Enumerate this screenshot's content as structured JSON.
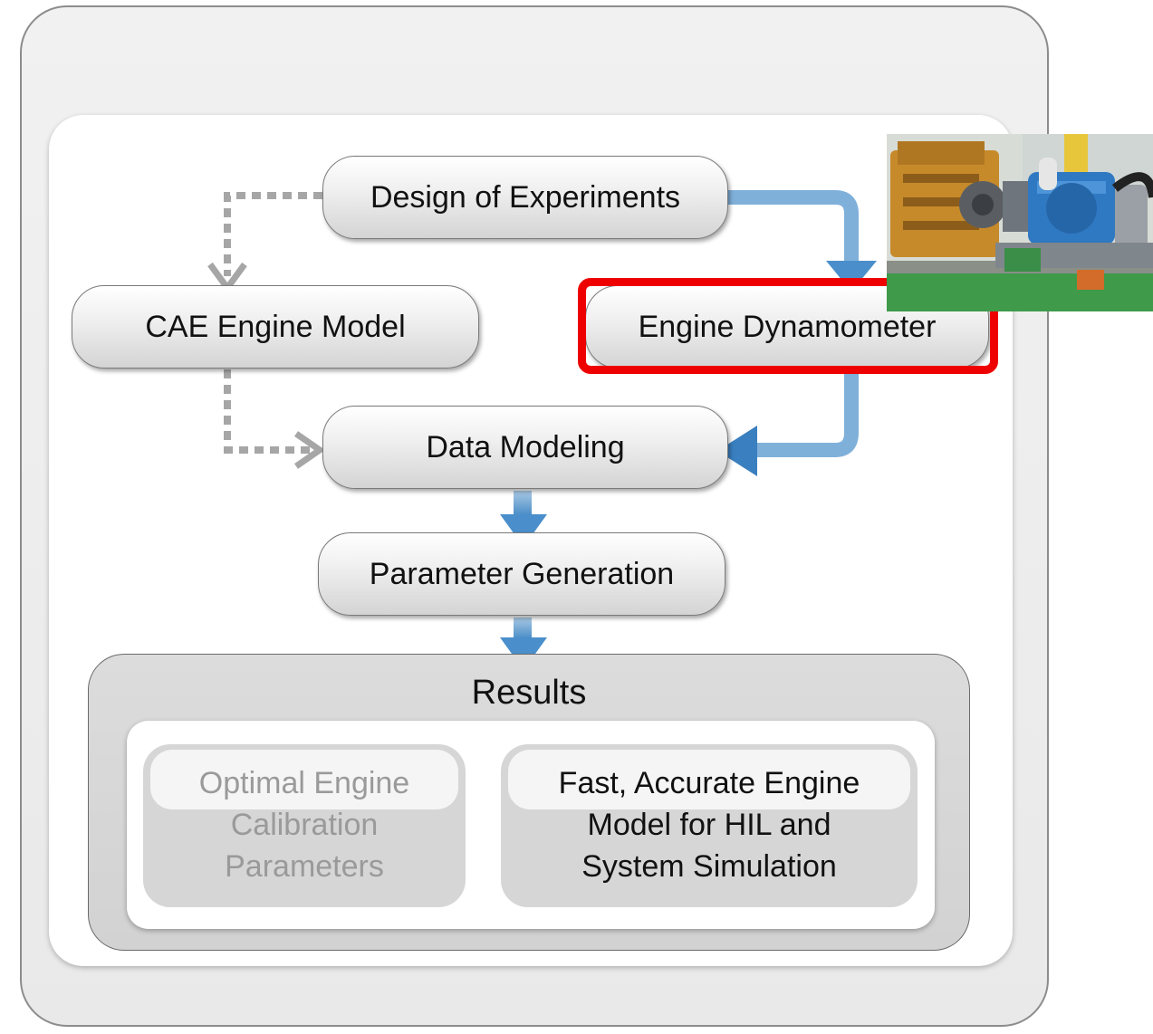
{
  "nodes": {
    "design_of_experiments": "Design of Experiments",
    "cae_engine_model": "CAE Engine Model",
    "engine_dynamometer": "Engine Dynamometer",
    "data_modeling": "Data Modeling",
    "parameter_generation": "Parameter Generation"
  },
  "results": {
    "title": "Results",
    "optimal": "Optimal Engine\nCalibration\nParameters",
    "fast": "Fast, Accurate Engine\nModel for HIL and\nSystem Simulation"
  },
  "colors": {
    "highlight": "#ee0000",
    "flow_arrow": "#5b9bd5",
    "dotted_arrow": "#a6a6a6",
    "dimmed_text": "#9a9a9a"
  },
  "image": {
    "photo_subject": "engine dynamometer test bench photo"
  }
}
